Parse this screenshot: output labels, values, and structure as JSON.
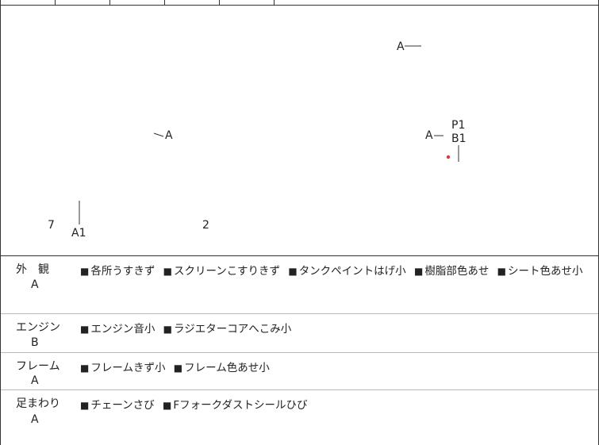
{
  "diagram": {
    "side_labels": [
      "A",
      "7",
      "A1",
      "2"
    ],
    "right_labels": [
      "A",
      "P1",
      "B1"
    ],
    "top_label": "A",
    "mark_color": "#d23c3c"
  },
  "sections": [
    {
      "name": "外　観",
      "grade": "A",
      "items": [
        "各所うすきず",
        "スクリーンこすりきず",
        "タンクペイントはげ小",
        "樹脂部色あせ",
        "シート色あせ小"
      ]
    },
    {
      "name": "エンジン",
      "grade": "B",
      "items": [
        "エンジン音小",
        "ラジエターコアへこみ小"
      ]
    },
    {
      "name": "フレーム",
      "grade": "A",
      "items": [
        "フレームきず小",
        "フレーム色あせ小"
      ]
    },
    {
      "name": "足まわり",
      "grade": "A",
      "items": [
        "チェーンさび",
        "Fフォークダストシールひび"
      ]
    }
  ],
  "bullet_symbol": "■"
}
